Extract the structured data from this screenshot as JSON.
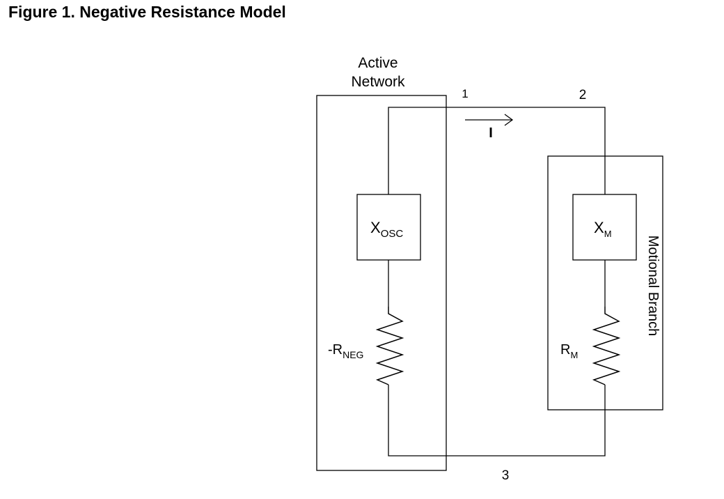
{
  "figure": {
    "title": "Figure 1. Negative Resistance Model"
  },
  "diagram": {
    "active_network_label_line1": "Active",
    "active_network_label_line2": "Network",
    "motional_branch_label": "Motional Branch",
    "node_1": "1",
    "node_2": "2",
    "node_3": "3",
    "current_label": "I",
    "x_osc_main": "X",
    "x_osc_sub": "OSC",
    "x_m_main": "X",
    "x_m_sub": "M",
    "r_neg_main": "-R",
    "r_neg_sub": "NEG",
    "r_m_main": "R",
    "r_m_sub": "M"
  }
}
